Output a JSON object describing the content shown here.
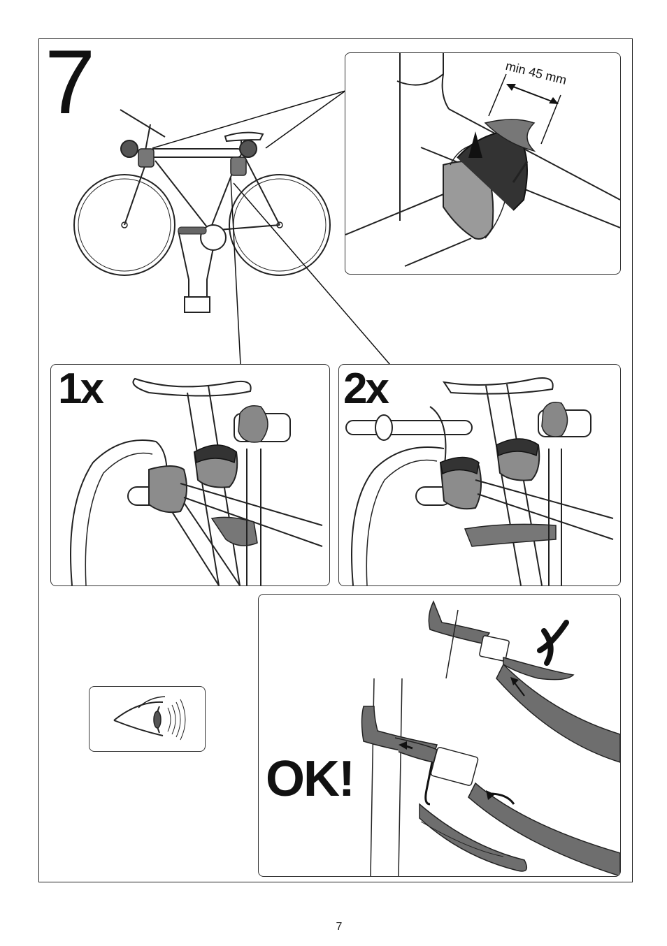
{
  "step": {
    "number": "7"
  },
  "detail_panel": {
    "dimension_label": "min 45 mm"
  },
  "panel_1x": {
    "label": "1x"
  },
  "panel_2x": {
    "label": "2x"
  },
  "strap_panel": {
    "correct_label": "OK!",
    "wrong_mark": "wrong-cross-icon"
  },
  "inspect_panel": {
    "icon": "eye-inspect-icon"
  },
  "page": {
    "number": "7"
  },
  "colors": {
    "strap": "#6e6e6e",
    "cradle": "#8c8c8c",
    "line": "#1a1a1a"
  }
}
